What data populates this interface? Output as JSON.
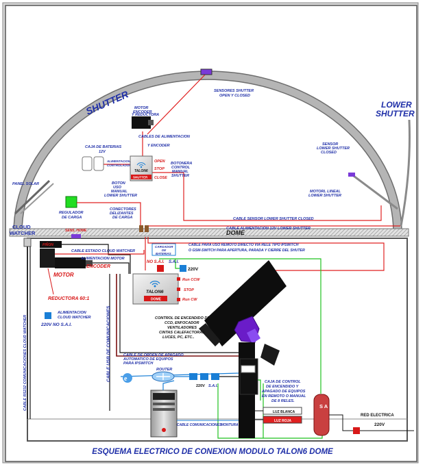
{
  "title": "ESQUEMA ELECTRICO DE CONEXION MODULO TALON6 DOME",
  "dome_labels": {
    "shutter": "SHUTTER",
    "lower_shutter_line1": "LOWER",
    "lower_shutter_line2": "SHUTTER",
    "dome": "DOME",
    "cloud_watcher_line1": "CLOUD",
    "cloud_watcher_line2": "WATCHER"
  },
  "shutter_labels": {
    "sensores_shutter_line1": "SENSORES SHUTTER",
    "sensores_shutter_line2": "OPEN Y CLOSED",
    "motor_encoder_line1": "MOTOR",
    "motor_encoder_line2": "ENCODER",
    "motor_encoder_line3": "Y REDUCTORA",
    "motor_encoder_line4": "SHUTTER",
    "cables_alim_line1": "CABLES DE ALIMENTACION",
    "cables_alim_line2": "Y ENCODER",
    "caja_baterias_line1": "CAJA DE BATERIAS",
    "caja_baterias_line2": "12V",
    "alim_controlador_line1": "ALIMENTACION",
    "alim_controlador_line2": "CONTROLADOR",
    "talon_shutter_label": "TALON6",
    "talon_shutter_sub": "SHUTTER",
    "open": "OPEN",
    "stop": "STOP",
    "close": "CLOSE",
    "botonera_line1": "BOTONERA",
    "botonera_line2": "CONTROL",
    "botonera_line3": "MANUAL",
    "botonera_line4": "SHUTTER",
    "boton_line1": "BOTON",
    "boton_line2": "USO",
    "boton_line3": "MANUAL",
    "boton_line4": "LOWER SHUTTER",
    "panel_solar": "PANEL SOLAR",
    "regulador_line1": "REGULADOR",
    "regulador_line2": "DE CARGA",
    "conectores_line1": "CONECTORES",
    "conectores_line2": "DELIZANTES",
    "conectores_line3": "DE CARGA",
    "sensor_lower_line1": "SENSOR",
    "sensor_lower_line2": "LOWER SHUTTER",
    "sensor_lower_line3": "CLOSED",
    "motor_lineal_line1": "MOTORL LINEAL",
    "motor_lineal_line2": "LOWER SHUTTER",
    "cable_sensor_lower": "CABLE SENSOR LOWER SHUTTER CLOSED",
    "cable_alim_lower": "CABLE ALIMENTACION 12V LOWER SHUTTER",
    "sens_home": "SENS. HOME"
  },
  "room_labels": {
    "pinion": "PIÑON",
    "cable_estado_cw": "CABLE ESTADO CLOUD WATCHER",
    "alim_motor": "ALIMENTACION MOTOR",
    "encoder": "ENCODER",
    "motor": "MOTOR",
    "reductora": "REDUCTORA 60:1",
    "cargador_line1": "CARGADOR",
    "cargador_line2": "DE",
    "cargador_line3": "BATERIAS",
    "cable_usb_line1": "CABLE PARA USO REMOTO DIRECTO VIA RELE TIPO  IPSWITCH",
    "cable_usb_line2": "O GSM-SWITCH PARA APERTURA,  PARADA Y CIERRE DEL SHUTER",
    "no_sai": "NO S.A.I.",
    "sai": "S.A.I.",
    "v220": "220V",
    "talon_dome_label": "TALON6",
    "talon_dome_sub": "DOME",
    "run_ccw": "Run CCW",
    "stop": "STOP",
    "run_cw": "Run CW",
    "alim_cw_line1": "ALIMENTACION",
    "alim_cw_line2": "CLOUD WATCHER",
    "v220_no_sai": "220V NO S.A.I.",
    "cable_rs232": "CABLE RS232 COMUNICACIONES CLOUD WATCHER",
    "cable_usb_com": "CABLE USB DE COMUNICACIONES",
    "control_line1": "CONTROL DE ENCENDIDO DE:",
    "control_line2": "CCD, ENFOCADOR",
    "control_line3": "VENTILADORES",
    "control_line4": "CINTAS CALEFACTORAS",
    "control_line5": "LUCES, PC, ETC..",
    "cable_orden_line1": "CABLE DE ORDEN DE APAGADO",
    "cable_orden_line2": "AUTOMATICO DE EQUIPOS",
    "cable_orden_line3": "PARA IPSWITCH",
    "router": "ROUTER",
    "v220_small": "220V",
    "sai_small": "S.A.I.",
    "caja_control_line1": "CAJA DE CONTROL",
    "caja_control_line2": "DE ENCENDIDO Y",
    "caja_control_line3": "APAGADO DE EQUIPOS",
    "caja_control_line4": "EN REMOTO O MANUAL",
    "caja_control_line5": "DE 8 RELES.",
    "luz_blanca": "LUZ BLANCA",
    "luz_roja": "LUZ ROJA",
    "sai_vertical": "S A I",
    "red_electrica": "RED ELECTRICA",
    "v220_red": "220V",
    "cable_comunicaciones": "CABLE  COMUNICACIONES",
    "montura": "MONTURA"
  },
  "colors": {
    "background_frame": "#d6d6d6",
    "dome_arc": "#a8a8a8",
    "label_blue": "#1f2fa8",
    "label_red": "#d81818",
    "wire_red": "#e02020",
    "wire_green": "#1fc21f",
    "wire_blue": "#1a7fd6",
    "wire_black": "#111111",
    "telescope": "#0d0d0d",
    "mount_purple": "#6a1cc8"
  },
  "icons": [
    "wifi-icon",
    "internet-explorer-icon",
    "router-icon",
    "pc-tower-icon"
  ]
}
